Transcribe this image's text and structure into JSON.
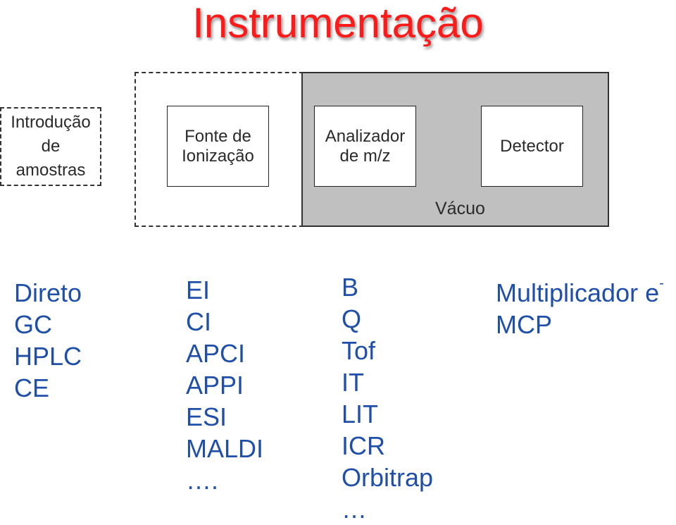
{
  "title": "Instrumentação",
  "sample_box": {
    "line1": "Introdução",
    "line2": "de",
    "line3": "amostras"
  },
  "ion_source": {
    "line1": "Fonte de",
    "line2": "Ionização"
  },
  "analyzer": {
    "line1": "Analizador",
    "line2": "de m/z"
  },
  "detector": {
    "label": "Detector"
  },
  "vacuum_label": "Vácuo",
  "colors": {
    "title": "#ff1a1a",
    "lists": "#1f4fa8",
    "vacuum": "#c0c0c0"
  },
  "lists": {
    "introduction": [
      "Direto",
      "GC",
      "HPLC",
      "CE"
    ],
    "ionization": [
      "EI",
      "CI",
      "APCI",
      "APPI",
      "ESI",
      "MALDI",
      "…."
    ],
    "analyzers": [
      "B",
      "Q",
      "Tof",
      "IT",
      "LIT",
      "ICR",
      "Orbitrap",
      "…"
    ],
    "detectors": {
      "multiplier": "Multiplicador e",
      "multiplier_sup": "-",
      "mcp": "MCP"
    }
  }
}
